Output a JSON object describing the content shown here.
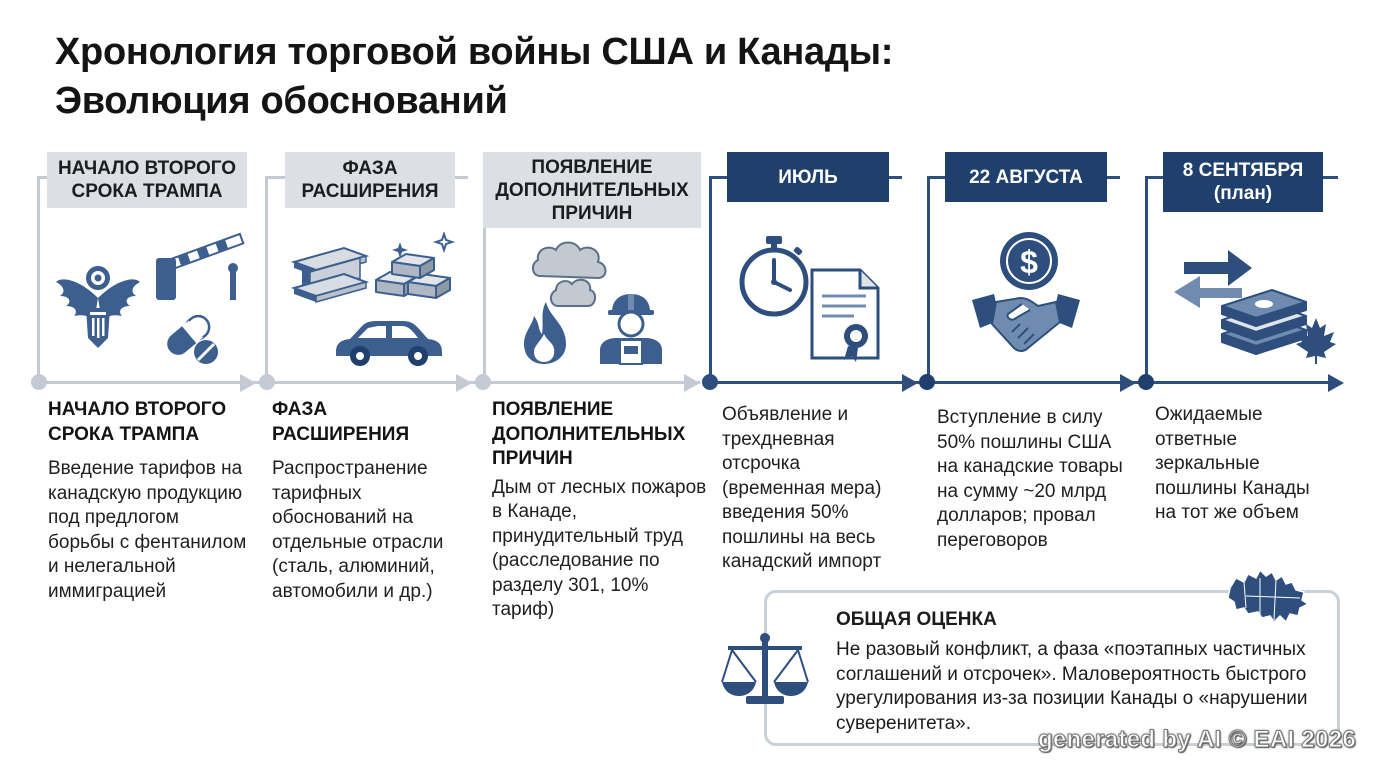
{
  "title_line1": "Хронология торговой войны США и Канады:",
  "title_line2": "Эволюция обоснований",
  "phases": [
    {
      "header": "НАЧАЛО ВТОРОГО СРОКА ТРАМПА",
      "heading": "НАЧАЛО ВТОРОГО СРОКА ТРАМПА",
      "text": "Введение тарифов на канадскую продукцию под предлогом борьбы с фентанилом и нелегальной иммиграцией",
      "icons": [
        "eagle-seal-icon",
        "barrier-gate-icon",
        "pill-icon"
      ]
    },
    {
      "header": "ФАЗА РАСШИРЕНИЯ",
      "heading": "ФАЗА РАСШИРЕНИЯ",
      "text": "Распространение тарифных обоснований на отдельные отрасли (сталь, алюминий, автомобили и др.)",
      "icons": [
        "steel-beam-icon",
        "aluminum-ingots-icon",
        "car-icon"
      ]
    },
    {
      "header": "ПОЯВЛЕНИЕ ДОПОЛНИТЕЛЬНЫХ ПРИЧИН",
      "heading": "ПОЯВЛЕНИЕ ДОПОЛНИТЕЛЬНЫХ ПРИЧИН",
      "text": "Дым от лесных пожаров в Канаде, принудительный труд (расследование по разделу 301, 10% тариф)",
      "icons": [
        "smoke-cloud-icon",
        "fire-icon",
        "worker-icon"
      ]
    },
    {
      "header": "ИЮЛЬ",
      "heading": "",
      "text": "Объявление и трехдневная отсрочка (временная мера) введения 50% пошлины на весь канадский импорт",
      "icons": [
        "stopwatch-icon",
        "certificate-document-icon"
      ]
    },
    {
      "header": "22 АВГУСТА",
      "heading": "",
      "text": "Вступление в силу 50% пошлины США на канадские товары на сумму ~20 млрд долларов; провал переговоров",
      "icons": [
        "dollar-coin-icon",
        "handshake-icon"
      ]
    },
    {
      "header": "8 СЕНТЯБРЯ (план)",
      "heading": "",
      "text": "Ожидаемые ответные зеркальные пошлины Канады на тот же объем",
      "icons": [
        "exchange-arrows-icon",
        "money-stack-icon",
        "maple-leaf-icon"
      ]
    }
  ],
  "summary": {
    "heading": "ОБЩАЯ ОЦЕНКА",
    "text": "Не разовый конфликт, а фаза «поэтапных частичных соглашений и отсрочек». Маловероятность быстрого урегулирования из-за позиции Канады о «нарушении суверенитета».",
    "icons": [
      "scales-icon",
      "canada-map-icon"
    ]
  },
  "watermark": "generated by AI © EAI 2026",
  "colors": {
    "light_phase": "#c4cad3",
    "light_header": "#dcdfe4",
    "dark_phase": "#2e4f7e",
    "dark_header": "#1f3f6c",
    "icon_blue": "#3c5f8f"
  }
}
